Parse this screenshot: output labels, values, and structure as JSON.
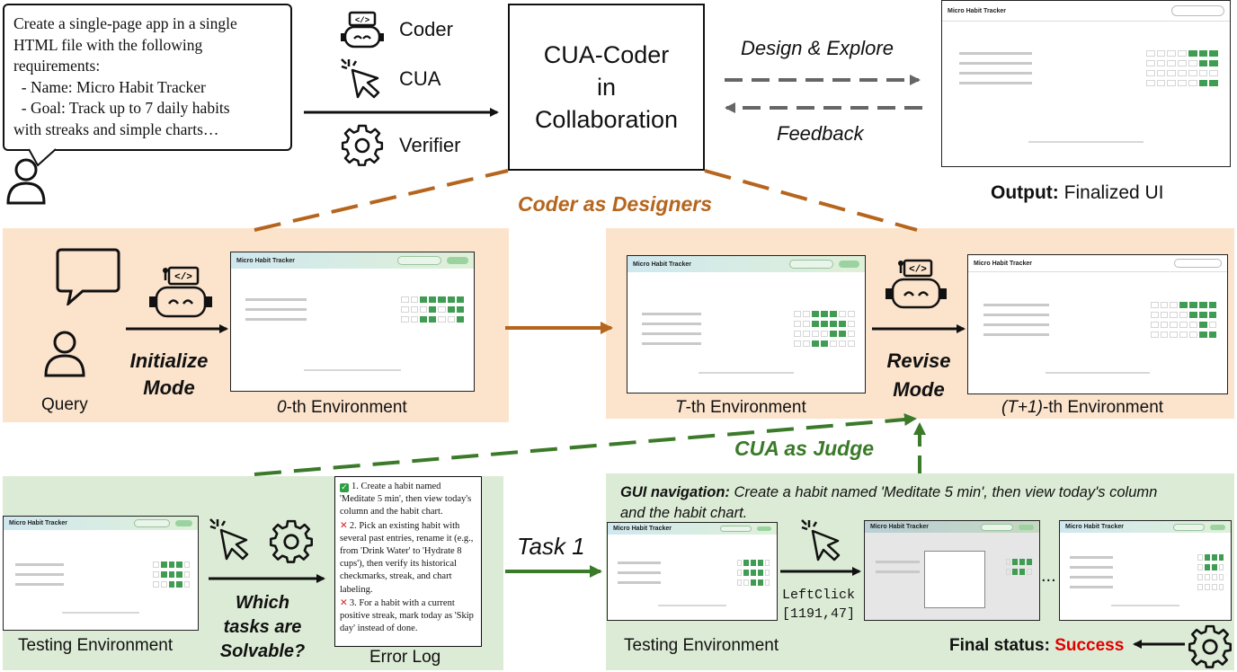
{
  "query": {
    "lines": [
      "Create a single-page app in a single",
      "HTML file with the following",
      "requirements:",
      "  - Name: Micro Habit Tracker",
      "  - Goal: Track up to 7 daily habits",
      "with streaks and simple charts…"
    ]
  },
  "agents": [
    {
      "label": "Coder",
      "icon": "robot-icon"
    },
    {
      "label": "CUA",
      "icon": "cursor-click-icon"
    },
    {
      "label": "Verifier",
      "icon": "gear-icon"
    }
  ],
  "center_box": {
    "lines": [
      "CUA-Coder",
      "in",
      "Collaboration"
    ]
  },
  "arrows": {
    "design": "Design & Explore",
    "feedback": "Feedback"
  },
  "output": {
    "label_bold": "Output:",
    "label_rest": "Finalized UI"
  },
  "sections": {
    "coder": "Coder as Designers",
    "cua": "CUA as Judge"
  },
  "orange_panel": {
    "query_label": "Query",
    "initialize": [
      "Initialize",
      "Mode"
    ],
    "revise": [
      "Revise",
      "Mode"
    ],
    "env0_num": "0",
    "env0_rest": "-th Environment",
    "envT_num": "T",
    "envT_rest": "-th Environment",
    "envT1_num": "(T+1)",
    "envT1_rest": "-th Environment"
  },
  "mini_app": {
    "title": "Micro Habit Tracker"
  },
  "green_panel": {
    "which": [
      "Which",
      "tasks are",
      "Solvable?"
    ],
    "testing_env": "Testing Environment",
    "error_log_title": "Error Log",
    "task": "Task 1",
    "action_name": "LeftClick",
    "action_coords": "[1191,47]",
    "ellipsis": "...",
    "gui_bold": "GUI navigation:",
    "gui_text_1": " Create a habit named 'Meditate 5 min', then view today's column",
    "gui_text_2": "and the habit chart.",
    "final_label": "Final status:",
    "final_value": "Success"
  },
  "error_log": {
    "items": [
      {
        "status": "pass",
        "text": "1. Create a habit named 'Meditate 5 min', then view today's column and the habit chart."
      },
      {
        "status": "fail",
        "text": "2. Pick an existing habit with several past entries, rename it (e.g., from 'Drink Water' to 'Hydrate 8 cups'), then verify its historical checkmarks, streak, and chart labeling."
      },
      {
        "status": "fail",
        "text": "3. For a habit with a current positive streak, mark today as 'Skip day' instead of done."
      }
    ]
  },
  "colors": {
    "orange": "#b5651d",
    "green": "#3a7a28",
    "success": "#e00000"
  }
}
